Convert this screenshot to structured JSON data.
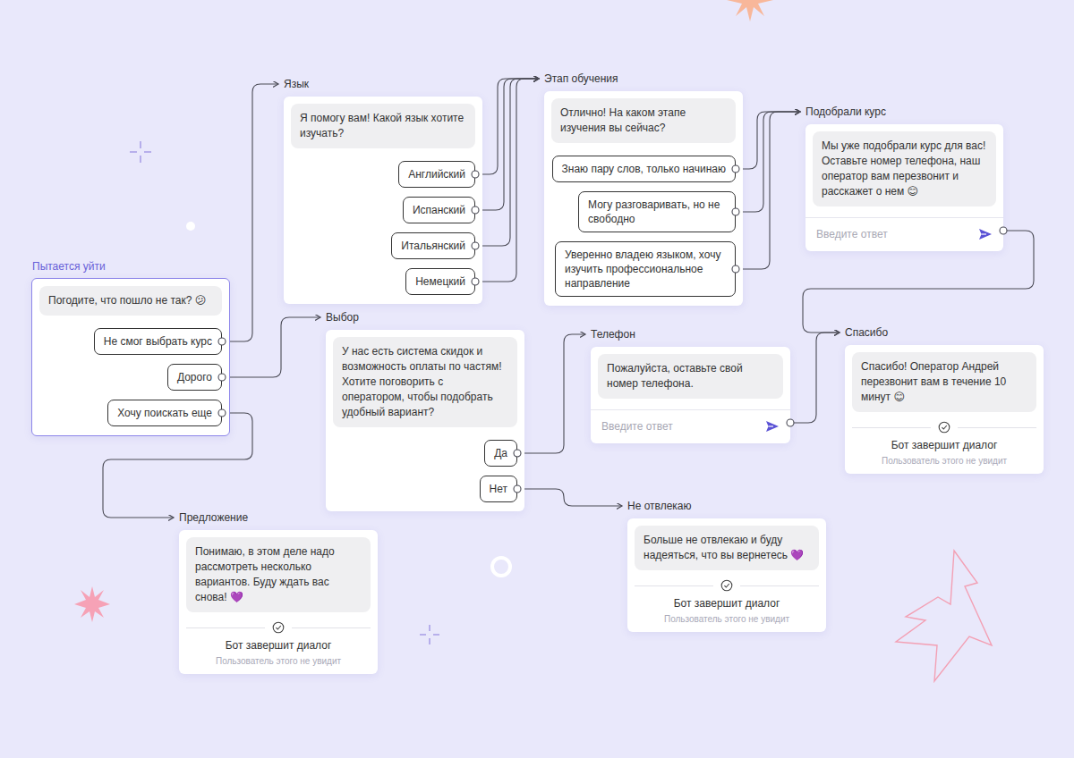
{
  "diagram": {
    "nodes": [
      {
        "text": [
          "Пытается уйти",
          "Погодите, что пошло не так? 😕"
        ]
      },
      {
        "text": [
          "Не смог выбрать курс"
        ],
        "in": 0
      },
      {
        "text": [
          "Дорого"
        ],
        "in": 0
      },
      {
        "text": [
          "Хочу поискать еще"
        ],
        "in": 0
      },
      {
        "text": [
          "Язык",
          "Я помогу вам! Какой язык хотите изучать?"
        ]
      },
      {
        "text": [
          "Английский"
        ],
        "in": 4
      },
      {
        "text": [
          "Испанский"
        ],
        "in": 4
      },
      {
        "text": [
          "Итальянский"
        ],
        "in": 4
      },
      {
        "text": [
          "Немецкий"
        ],
        "in": 4
      },
      {
        "text": [
          "Этап обучения",
          "Отлично! На каком этапе изучения вы сейчас?"
        ]
      },
      {
        "text": [
          "Знаю пару слов, только начинаю"
        ],
        "in": 9
      },
      {
        "text": [
          "Могу разговаривать, но не свободно"
        ],
        "in": 9
      },
      {
        "text": [
          "Уверенно владею языком, хочу изучить профессиональное направление"
        ],
        "in": 9
      },
      {
        "text": [
          "Подобрали курс",
          "Мы уже подобрали курс для вас! Оставьте номер телефона, наш оператор вам перезвонит и расскажет о нем 😊",
          "Введите ответ"
        ]
      },
      {
        "text": [
          "Выбор",
          "У нас есть система скидок и возможность оплаты по частям! Хотите поговорить с оператором, чтобы подобрать удобный вариант?"
        ]
      },
      {
        "text": [
          "Да"
        ],
        "in": 14
      },
      {
        "text": [
          "Нет"
        ],
        "in": 14
      },
      {
        "text": [
          "Телефон",
          "Пожалуйста, оставьте свой номер телефона.",
          "Введите ответ"
        ]
      },
      {
        "text": [
          "Спасибо",
          "Спасибо! Оператор Андрей перезвонит вам в течение 10 минут 😊",
          "Бот завершит диалог",
          "Пользователь этого не увидит"
        ]
      },
      {
        "text": [
          "Предложение",
          "Понимаю, в этом деле надо рассмотреть несколько вариантов. Буду ждать вас снова! 💜",
          "Бот завершит диалог",
          "Пользователь этого не увидит"
        ]
      },
      {
        "text": [
          "Не отвлекаю",
          "Больше не отвлекаю и буду надеяться, что вы вернетесь 💜",
          "Бот завершит диалог",
          "Пользователь этого не увидит"
        ]
      }
    ],
    "edges": [
      {
        "from": 1,
        "to": 4,
        "arrow": "to"
      },
      {
        "from": 2,
        "to": 14,
        "arrow": "to"
      },
      {
        "from": 3,
        "to": 19,
        "arrow": "to"
      },
      {
        "from": 5,
        "to": 9,
        "arrow": "to"
      },
      {
        "from": 6,
        "to": 9,
        "arrow": "to"
      },
      {
        "from": 7,
        "to": 9,
        "arrow": "to"
      },
      {
        "from": 8,
        "to": 9,
        "arrow": "to"
      },
      {
        "from": 10,
        "to": 13,
        "arrow": "to"
      },
      {
        "from": 11,
        "to": 13,
        "arrow": "to"
      },
      {
        "from": 12,
        "to": 13,
        "arrow": "to"
      },
      {
        "from": 13,
        "to": 18,
        "arrow": "to"
      },
      {
        "from": 15,
        "to": 17,
        "arrow": "to"
      },
      {
        "from": 16,
        "to": 20,
        "arrow": "to"
      },
      {
        "from": 17,
        "to": 18,
        "arrow": "to"
      }
    ]
  }
}
